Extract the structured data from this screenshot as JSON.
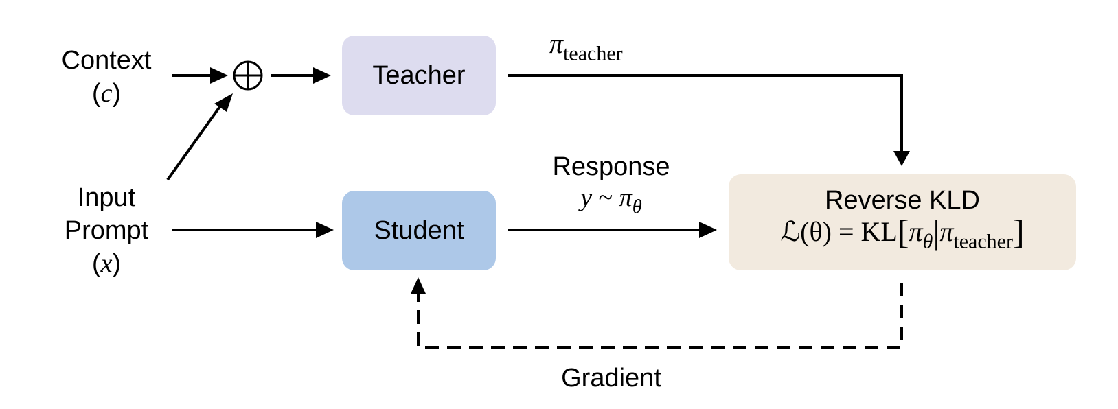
{
  "inputs": {
    "context": {
      "label": "Context",
      "symbol": "c"
    },
    "prompt": {
      "label_line1": "Input",
      "label_line2": "Prompt",
      "symbol": "x"
    }
  },
  "operators": {
    "combine": "⊕"
  },
  "nodes": {
    "teacher": {
      "label": "Teacher",
      "color": "#dddcef"
    },
    "student": {
      "label": "Student",
      "color": "#adc8e8"
    },
    "loss": {
      "title": "Reverse KLD",
      "formula": {
        "lhs": "ℒ(θ)",
        "eq": " = ",
        "kl": "KL",
        "pi": "π",
        "theta": "θ",
        "bar": "|",
        "teacher_sub": "teacher"
      },
      "color": "#f2eadf"
    }
  },
  "edges": {
    "teacher_output": {
      "pi": "π",
      "sub": "teacher"
    },
    "response": {
      "label": "Response",
      "y": "y",
      "sim": " ~ ",
      "pi": "π",
      "theta": "θ"
    },
    "gradient": {
      "label": "Gradient",
      "style": "dashed"
    }
  }
}
